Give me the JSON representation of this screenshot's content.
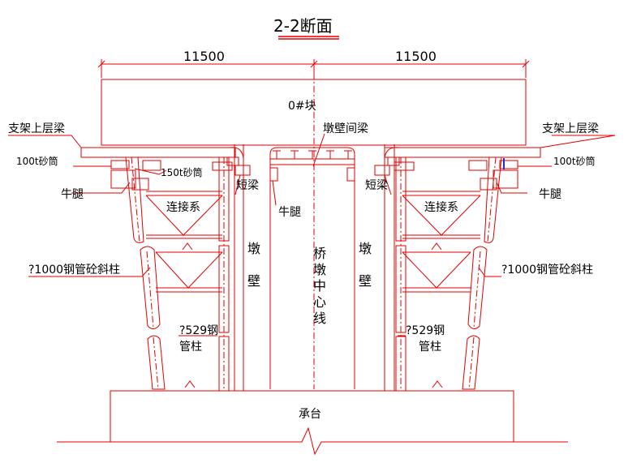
{
  "title": "2-2断面",
  "dimensions": {
    "left": "11500",
    "right": "11500"
  },
  "labels": {
    "block": "0#块",
    "pier_wall_beam": "墩壁间梁",
    "upper_beam_left": "支架上层梁",
    "upper_beam_right": "支架上层梁",
    "sand_100_left": "100t砂筒",
    "sand_100_right": "100t砂筒",
    "sand_150": "150t砂筒",
    "short_beam_left": "短梁",
    "short_beam_right": "短梁",
    "corbel_left": "牛腿",
    "corbel_right": "牛腿",
    "corbel_center": "牛腿",
    "bracing_left": "连接系",
    "bracing_right": "连接系",
    "col1000_left": "?1000钢管砼斜柱",
    "col1000_right": "?1000钢管砼斜柱",
    "col529_left_1": "?529钢",
    "col529_left_2": "管柱",
    "col529_right_1": "?529钢",
    "col529_right_2": "管柱",
    "pier_wall_left": [
      "墩",
      "壁"
    ],
    "pier_wall_right": [
      "墩",
      "壁"
    ],
    "center_line": [
      "桥",
      "墩",
      "中",
      "心",
      "线"
    ],
    "cap": "承台"
  },
  "colors": {
    "drawing": "#e00000",
    "text": "#000000",
    "accent": "#2030d0",
    "background": "#ffffff"
  }
}
